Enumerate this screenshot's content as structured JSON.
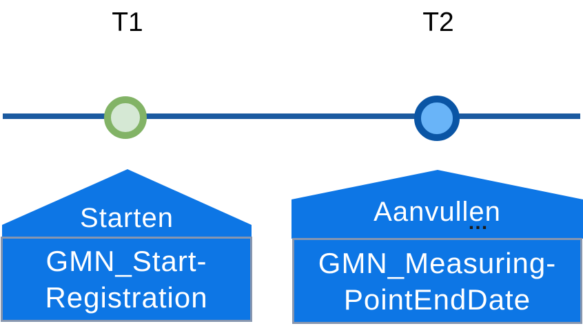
{
  "colors": {
    "shape_blue": "#0d76e5",
    "timeline": "#1b5aa0",
    "box_border": "#8796af",
    "t1_marker_fill": "#d5e8d4",
    "t1_marker_border": "#82b366",
    "t2_marker_fill": "#69b4f8",
    "t2_marker_border": "#0a55a5",
    "label_text": "#ffffff",
    "time_label_text": "#000000",
    "dots_color": "#1a1a1a"
  },
  "timeline": {
    "t1": {
      "label": "T1",
      "action": "Starten",
      "box_line1": "GMN_Start-",
      "box_line2": "Registration"
    },
    "t2": {
      "label": "T2",
      "action": "Aanvullen",
      "ellipsis": "…",
      "box_line1": "GMN_Measuring-",
      "box_line2": "PointEndDate"
    }
  }
}
